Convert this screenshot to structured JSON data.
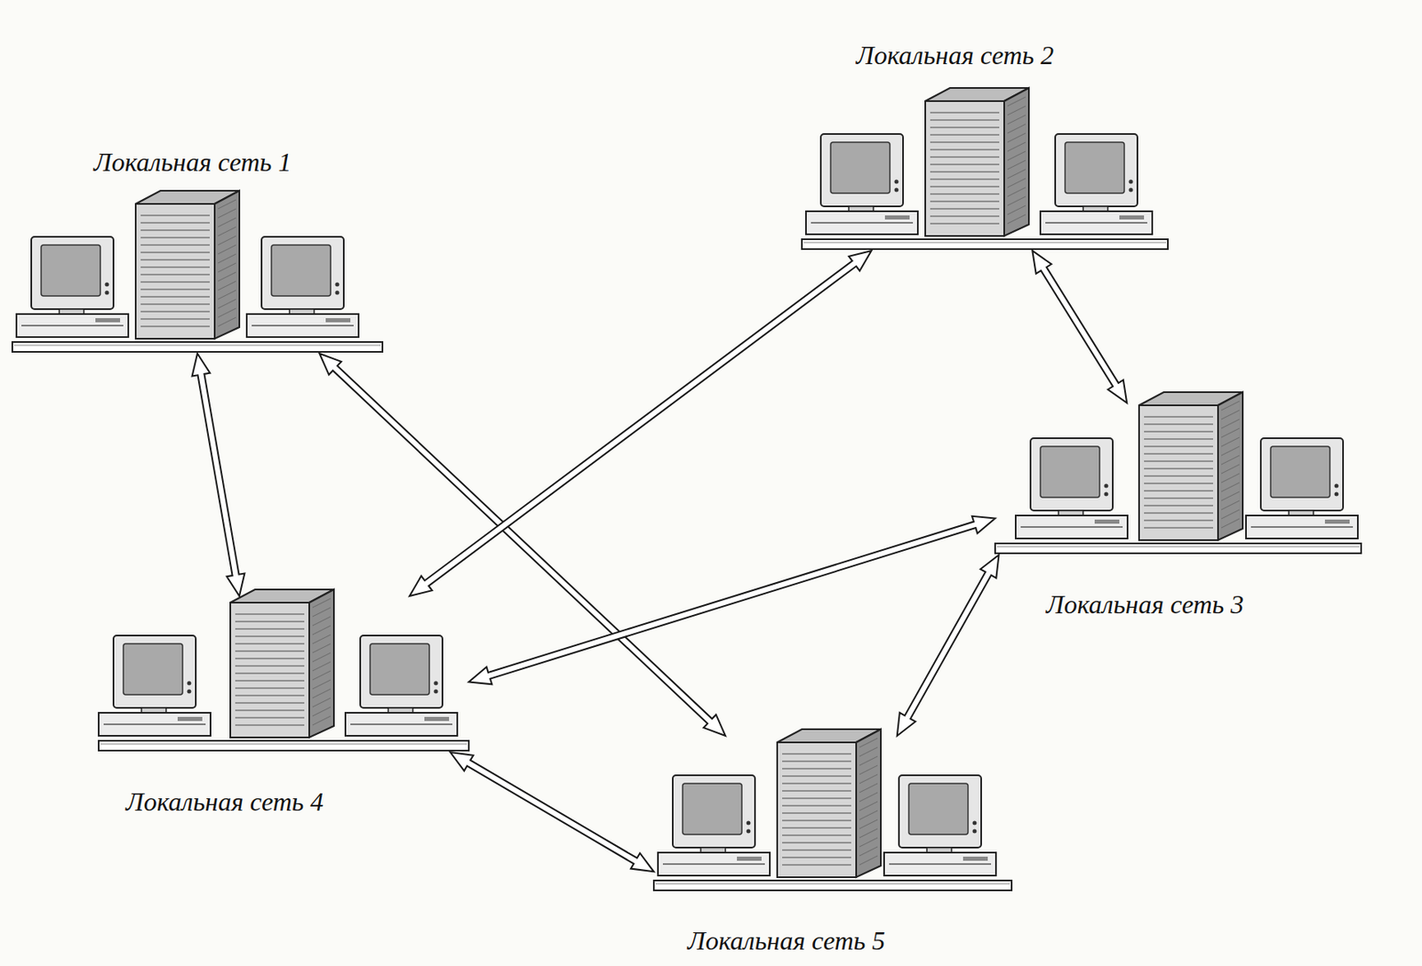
{
  "diagram": {
    "nodes": [
      {
        "text": [
          "Локальная сеть 1"
        ]
      },
      {
        "text": [
          "Локальная сеть 2"
        ]
      },
      {
        "text": [
          "Локальная сеть 3"
        ]
      },
      {
        "text": [
          "Локальная сеть 4"
        ]
      },
      {
        "text": [
          "Локальная сеть 5"
        ]
      }
    ],
    "edges": [
      {
        "from": 0,
        "to": 3,
        "arrow": "both"
      },
      {
        "from": 0,
        "to": 4,
        "arrow": "both"
      },
      {
        "from": 3,
        "to": 1,
        "arrow": "both"
      },
      {
        "from": 1,
        "to": 2,
        "arrow": "both"
      },
      {
        "from": 3,
        "to": 2,
        "arrow": "both"
      },
      {
        "from": 4,
        "to": 2,
        "arrow": "both"
      },
      {
        "from": 3,
        "to": 4,
        "arrow": "both"
      }
    ]
  }
}
